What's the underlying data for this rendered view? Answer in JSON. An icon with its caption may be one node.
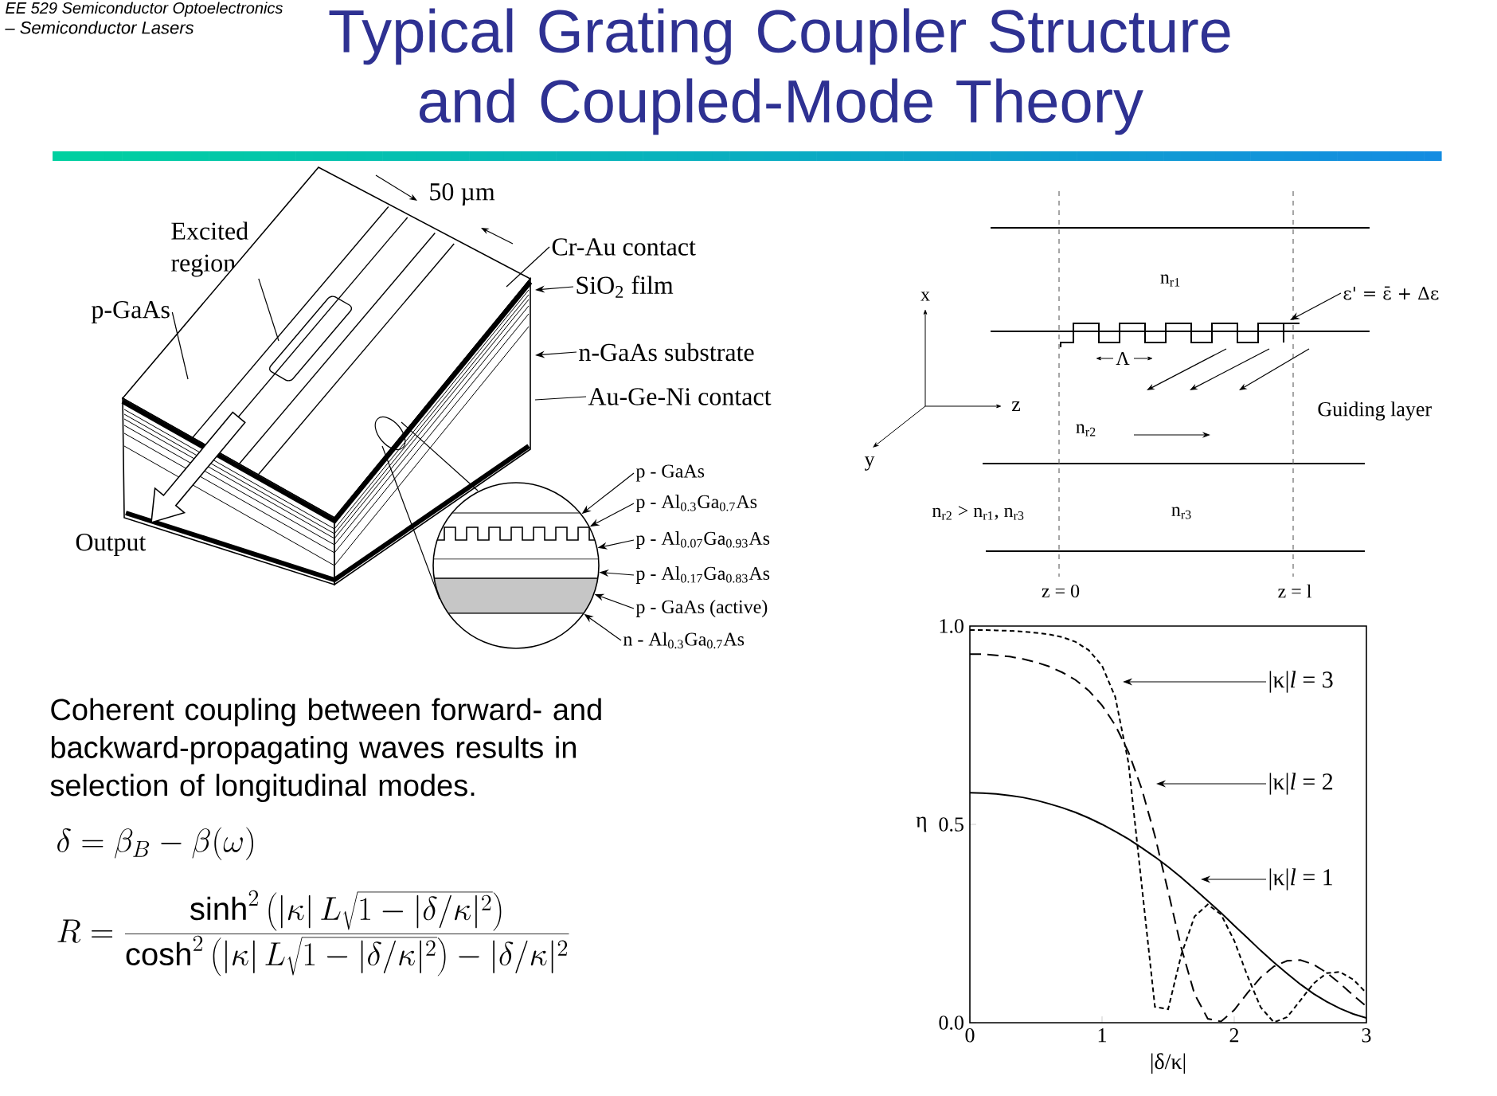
{
  "diagram": {
    "title": "Typical Grating Coupler Structure and Coupled-Mode Theory",
    "nodes": [
      {
        "text": [
          "Excited region"
        ]
      },
      {
        "text": [
          "p-GaAs"
        ]
      },
      {
        "text": [
          "Cr-Au contact"
        ]
      },
      {
        "text": [
          "SiO$_{2}$ film"
        ]
      },
      {
        "text": [
          "n-GaAs substrate"
        ]
      },
      {
        "text": [
          "Au-Ge-Ni contact"
        ]
      },
      {
        "text": [],
        "shape": "circle"
      },
      {
        "text": [
          "p - GaAs"
        ]
      },
      {
        "text": [
          "p - Al$_{0.3}$Ga$_{0.7}$As"
        ]
      },
      {
        "text": [
          "p - Al$_{0.07}$Ga$_{0.93}$As"
        ]
      },
      {
        "text": [
          "p - Al$_{0.17}$Ga$_{0.83}$As"
        ]
      },
      {
        "text": [
          "p - GaAs (active)"
        ]
      },
      {
        "text": [
          "n - Al$_{0.3}$Ga$_{0.7}$As"
        ]
      },
      {
        "text": [
          "ε' = ε̄ + Δε"
        ]
      },
      {
        "text": [
          "|κ|*l* = 3"
        ]
      },
      {
        "text": [
          "|κ|*l* = 2"
        ]
      },
      {
        "text": [
          "|κ|*l* = 1"
        ]
      },
      {
        "text": [],
        "shape": "picture"
      },
      {
        "text": [],
        "shape": "picture"
      }
    ],
    "edges": [
      {
        "from": 0,
        "to": 17,
        "arrow": "none"
      },
      {
        "from": 1,
        "to": 17,
        "arrow": "none"
      },
      {
        "from": 2,
        "to": 17,
        "arrow": "none"
      },
      {
        "from": 3,
        "to": 17,
        "arrow": "to"
      },
      {
        "from": 4,
        "to": 17,
        "arrow": "to"
      },
      {
        "from": 5,
        "to": 17,
        "arrow": "none"
      },
      {
        "from": 7,
        "to": 6,
        "arrow": "to"
      },
      {
        "from": 8,
        "to": 6,
        "arrow": "to"
      },
      {
        "from": 9,
        "to": 6,
        "arrow": "to"
      },
      {
        "from": 10,
        "to": 6,
        "arrow": "to"
      },
      {
        "from": 11,
        "to": 6,
        "arrow": "to"
      },
      {
        "from": 12,
        "to": 6,
        "arrow": "to"
      },
      {
        "from": 13,
        "to": 18,
        "arrow": "to"
      },
      {
        "from": 14,
        "to": null,
        "arrow": "to"
      },
      {
        "from": 15,
        "to": null,
        "arrow": "to"
      },
      {
        "from": 16,
        "to": null,
        "arrow": "to"
      }
    ],
    "labels": [
      "EE 529 Semiconductor Optoelectronics",
      "– Semiconductor Lasers",
      "50 µm",
      "Output",
      "Coherent coupling between forward- and backward-propagating waves results in selection of longitudinal modes.",
      "\\delta = \\beta_{B} - \\beta(\\omega)",
      "R = \\frac{\\sinh^{2}\\left(|\\kappa|\\, L\\sqrt{1-|\\delta/\\kappa|^{2}}\\right)}{\\cosh^{2}\\left(|\\kappa|\\, L\\sqrt{1-|\\delta/\\kappa|^{2}}\\right)-|\\delta/\\kappa|^{2}}",
      "x",
      "n$_{r1}$",
      "Λ",
      "z",
      "y",
      "Guiding layer",
      "n$_{r2}$",
      "n$_{r2}$ > n$_{r1}$, n$_{r3}$",
      "n$_{r3}$",
      "z = 0",
      "z = l"
    ],
    "chart_data": {
      "type": "line",
      "xlabel": "|δ/κ|",
      "ylabel": "η",
      "x": [
        0,
        0.1,
        0.2,
        0.3,
        0.4,
        0.5,
        0.6,
        0.7,
        0.8,
        0.9,
        1.0,
        1.1,
        1.2,
        1.3,
        1.4,
        1.5,
        1.6,
        1.7,
        1.8,
        1.9,
        2.0,
        2.1,
        2.2,
        2.3,
        2.4,
        2.5,
        2.6,
        2.7,
        2.8,
        2.9,
        3.0
      ],
      "xlim": [
        0,
        3
      ],
      "ylim": [
        0,
        1
      ],
      "xticks": [
        0,
        1,
        2,
        3
      ],
      "yticks": [
        {
          "value": 0,
          "label": "0.0"
        },
        {
          "value": 0.5,
          "label": "0.5"
        },
        {
          "value": 1,
          "label": "1.0"
        }
      ],
      "series": [
        {
          "color": "#000000",
          "line_style": "dashed",
          "values": [
            0.99,
            0.99,
            0.989,
            0.988,
            0.986,
            0.983,
            0.979,
            0.972,
            0.96,
            0.939,
            0.9,
            0.821,
            0.655,
            0.347,
            0.04,
            0.034,
            0.172,
            0.268,
            0.298,
            0.273,
            0.207,
            0.118,
            0.039,
            0.001,
            0.014,
            0.056,
            0.099,
            0.125,
            0.128,
            0.109,
            0.075
          ]
        },
        {
          "color": "#000000",
          "line_style": "long dashed",
          "values": [
            0.929,
            0.929,
            0.926,
            0.923,
            0.917,
            0.909,
            0.898,
            0.883,
            0.864,
            0.837,
            0.8,
            0.75,
            0.682,
            0.59,
            0.471,
            0.331,
            0.188,
            0.072,
            0.01,
            0.003,
            0.032,
            0.075,
            0.114,
            0.142,
            0.156,
            0.158,
            0.147,
            0.126,
            0.099,
            0.069,
            0.041
          ]
        },
        {
          "color": "#000000",
          "line_style": "solid",
          "values": [
            0.58,
            0.579,
            0.577,
            0.573,
            0.568,
            0.561,
            0.552,
            0.542,
            0.53,
            0.516,
            0.5,
            0.482,
            0.463,
            0.441,
            0.418,
            0.393,
            0.366,
            0.337,
            0.307,
            0.277,
            0.245,
            0.214,
            0.182,
            0.152,
            0.124,
            0.097,
            0.073,
            0.053,
            0.036,
            0.022,
            0.012
          ]
        }
      ]
    }
  }
}
